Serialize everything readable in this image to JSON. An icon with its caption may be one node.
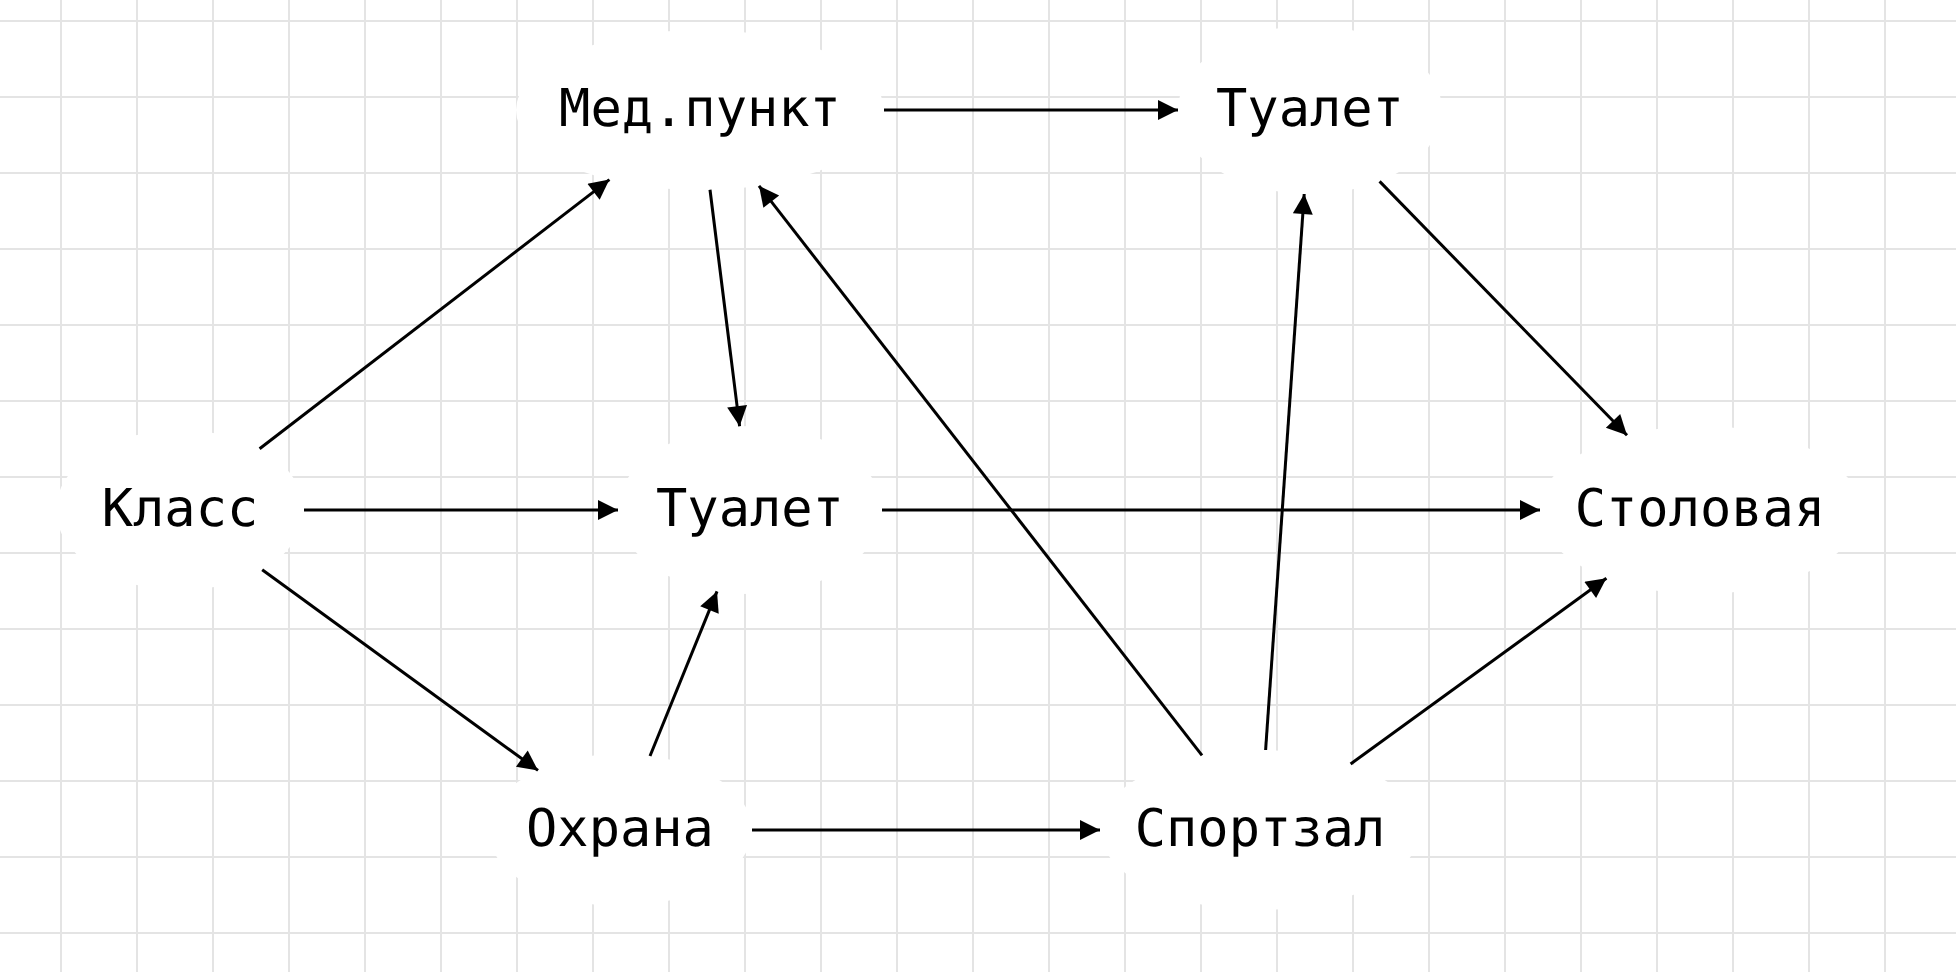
{
  "diagram": {
    "nodes": [
      {
        "text": [
          "Класс"
        ]
      },
      {
        "text": [
          "Мед.пункт"
        ]
      },
      {
        "text": [
          "Туалет"
        ]
      },
      {
        "text": [
          "Туалет"
        ]
      },
      {
        "text": [
          "Столовая"
        ]
      },
      {
        "text": [
          "Охрана"
        ]
      },
      {
        "text": [
          "Спортзал"
        ]
      }
    ],
    "edges": [
      {
        "from": 0,
        "to": 1,
        "arrow": "to"
      },
      {
        "from": 0,
        "to": 3,
        "arrow": "to"
      },
      {
        "from": 0,
        "to": 5,
        "arrow": "to"
      },
      {
        "from": 1,
        "to": 2,
        "arrow": "to"
      },
      {
        "from": 1,
        "to": 3,
        "arrow": "to"
      },
      {
        "from": 2,
        "to": 4,
        "arrow": "to"
      },
      {
        "from": 3,
        "to": 4,
        "arrow": "to"
      },
      {
        "from": 5,
        "to": 3,
        "arrow": "to"
      },
      {
        "from": 5,
        "to": 6,
        "arrow": "to"
      },
      {
        "from": 6,
        "to": 1,
        "arrow": "to"
      },
      {
        "from": 6,
        "to": 2,
        "arrow": "to"
      },
      {
        "from": 6,
        "to": 4,
        "arrow": "to"
      }
    ]
  }
}
